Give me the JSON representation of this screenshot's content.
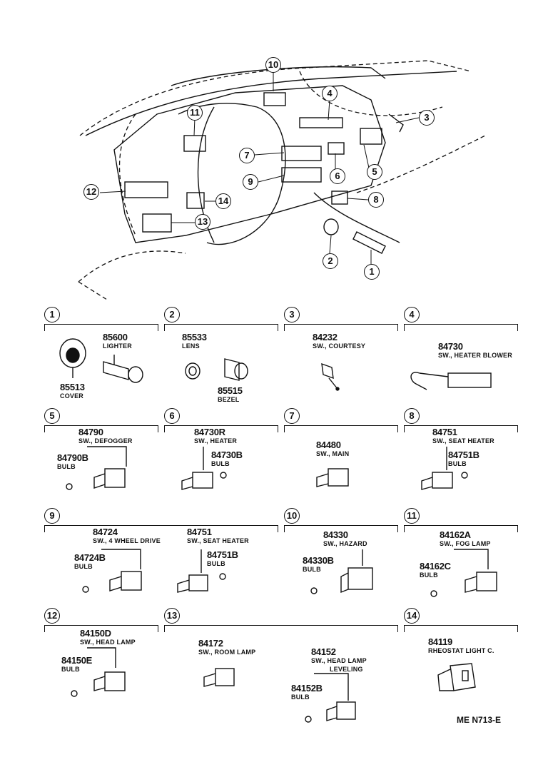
{
  "callouts": [
    "1",
    "2",
    "3",
    "4",
    "5",
    "6",
    "7",
    "8",
    "9",
    "10",
    "11",
    "12",
    "13",
    "14"
  ],
  "panels": [
    {
      "num": "1",
      "items": [
        {
          "pn": "85600",
          "desc": "LIGHTER"
        },
        {
          "pn": "85513",
          "desc": "COVER"
        }
      ]
    },
    {
      "num": "2",
      "items": [
        {
          "pn": "85533",
          "desc": "LENS"
        },
        {
          "pn": "85515",
          "desc": "BEZEL"
        }
      ]
    },
    {
      "num": "3",
      "items": [
        {
          "pn": "84232",
          "desc": "SW., COURTESY"
        }
      ]
    },
    {
      "num": "4",
      "items": [
        {
          "pn": "84730",
          "desc": "SW., HEATER BLOWER"
        }
      ]
    },
    {
      "num": "5",
      "items": [
        {
          "pn": "84790",
          "desc": "SW., DEFOGGER"
        },
        {
          "pn": "84790B",
          "desc": "BULB"
        }
      ]
    },
    {
      "num": "6",
      "items": [
        {
          "pn": "84730R",
          "desc": "SW., HEATER"
        },
        {
          "pn": "84730B",
          "desc": "BULB"
        }
      ]
    },
    {
      "num": "7",
      "items": [
        {
          "pn": "84480",
          "desc": "SW., MAIN"
        }
      ]
    },
    {
      "num": "8",
      "items": [
        {
          "pn": "84751",
          "desc": "SW., SEAT HEATER"
        },
        {
          "pn": "84751B",
          "desc": "BULB"
        }
      ]
    },
    {
      "num": "9",
      "items": [
        {
          "pn": "84724",
          "desc": "SW., 4 WHEEL DRIVE"
        },
        {
          "pn": "84724B",
          "desc": "BULB"
        },
        {
          "pn": "84751",
          "desc": "SW., SEAT HEATER"
        },
        {
          "pn": "84751B",
          "desc": "BULB"
        }
      ]
    },
    {
      "num": "10",
      "items": [
        {
          "pn": "84330",
          "desc": "SW., HAZARD"
        },
        {
          "pn": "84330B",
          "desc": "BULB"
        }
      ]
    },
    {
      "num": "11",
      "items": [
        {
          "pn": "84162A",
          "desc": "SW., FOG LAMP"
        },
        {
          "pn": "84162C",
          "desc": "BULB"
        }
      ]
    },
    {
      "num": "12",
      "items": [
        {
          "pn": "84150D",
          "desc": "SW., HEAD LAMP"
        },
        {
          "pn": "84150E",
          "desc": "BULB"
        }
      ]
    },
    {
      "num": "13",
      "items": [
        {
          "pn": "84172",
          "desc": "SW., ROOM LAMP"
        },
        {
          "pn": "84152",
          "desc": "SW., HEAD LAMP"
        },
        {
          "pn": "84152B",
          "desc": "BULB"
        }
      ],
      "extra": "LEVELING"
    },
    {
      "num": "14",
      "items": [
        {
          "pn": "84119",
          "desc": "RHEOSTAT LIGHT C."
        }
      ]
    }
  ],
  "ref_code": "ME N713-E"
}
